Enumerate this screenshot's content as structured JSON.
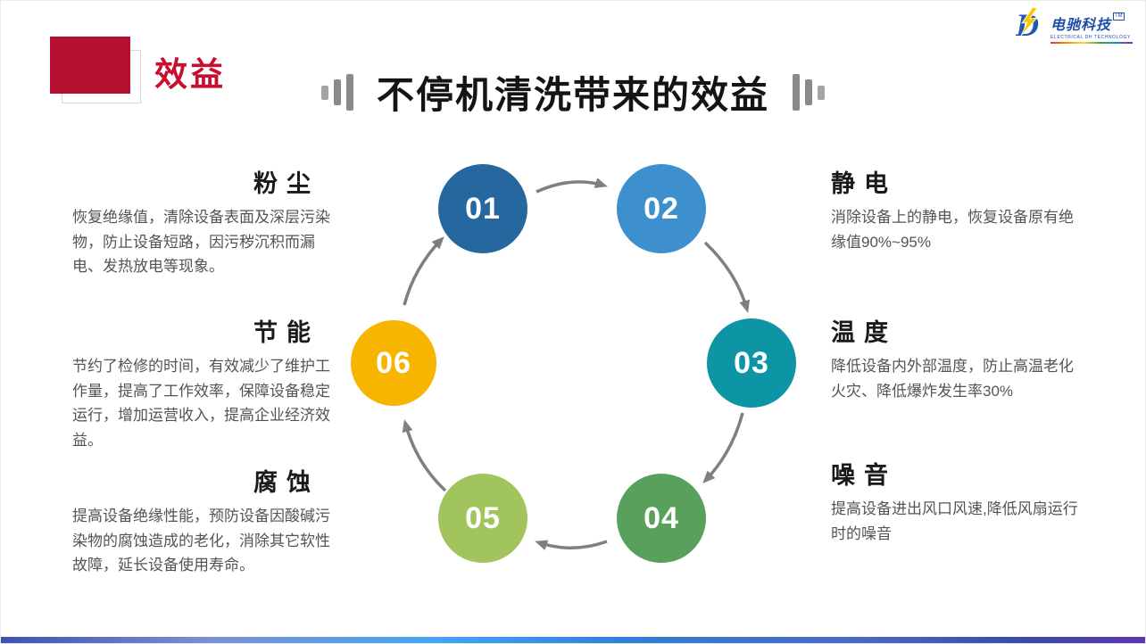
{
  "header": {
    "section_label": "效益",
    "title": "不停机清洗带来的效益"
  },
  "logo": {
    "name": "电驰科技",
    "tm": "TM",
    "subtitle": "ELECTRICAL DH TECHNOLOGY"
  },
  "colors": {
    "accent_red": "#b70f2f",
    "arrow_gray": "#7f7f7f"
  },
  "cycle": {
    "steps": [
      {
        "number": "01",
        "color": "#27679f"
      },
      {
        "number": "02",
        "color": "#3e8fcd"
      },
      {
        "number": "03",
        "color": "#0d95a6"
      },
      {
        "number": "04",
        "color": "#58a05c"
      },
      {
        "number": "05",
        "color": "#a1c45c"
      },
      {
        "number": "06",
        "color": "#f7b500"
      }
    ]
  },
  "benefits": {
    "left": [
      {
        "heading": "粉尘",
        "body": "恢复绝缘值，清除设备表面及深层污染物，防止设备短路，因污秽沉积而漏电、发热放电等现象。"
      },
      {
        "heading": "节能",
        "body": "节约了检修的时间，有效减少了维护工作量，提高了工作效率，保障设备稳定运行，增加运营收入，提高企业经济效益。"
      },
      {
        "heading": "腐蚀",
        "body": "提高设备绝缘性能，预防设备因酸碱污染物的腐蚀造成的老化，消除其它软性故障，延长设备使用寿命。"
      }
    ],
    "right": [
      {
        "heading": "静电",
        "body": "消除设备上的静电，恢复设备原有绝缘值90%~95%"
      },
      {
        "heading": "温度",
        "body": "降低设备内外部温度，防止高温老化火灾、降低爆炸发生率30%"
      },
      {
        "heading": "噪音",
        "body": "提高设备进出风口风速,降低风扇运行时的噪音"
      }
    ]
  }
}
